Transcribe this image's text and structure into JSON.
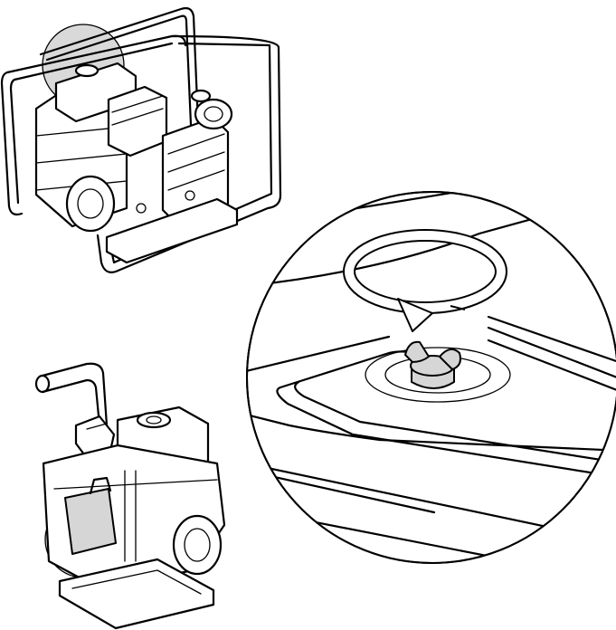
{
  "figure": {
    "panels": [
      {
        "id": "pump-frame",
        "icon": "water-pump-icon"
      },
      {
        "id": "engine-handle",
        "icon": "engine-icon"
      },
      {
        "id": "fuel-cap-detail",
        "icon": "fuel-cap-icon",
        "action": "rotate-counterclockwise"
      }
    ]
  },
  "colors": {
    "line": "#000000",
    "highlight": "#d9d9d9",
    "background": "#ffffff"
  }
}
